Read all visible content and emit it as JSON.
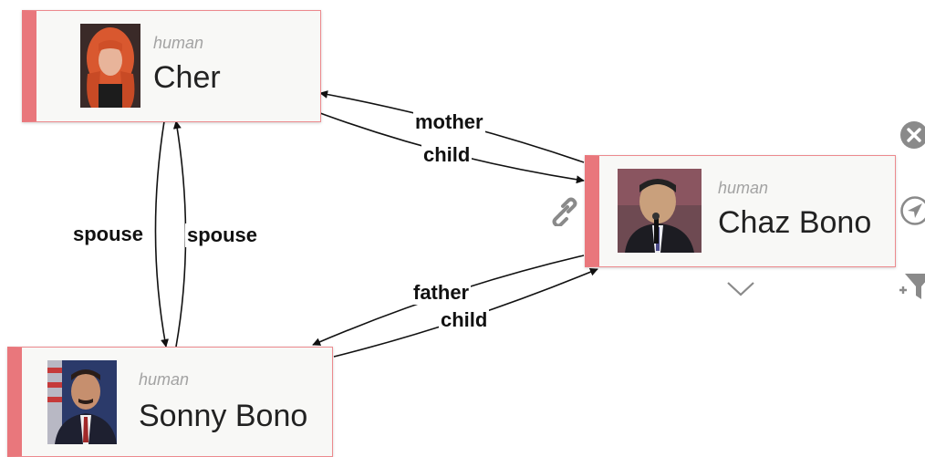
{
  "nodes": {
    "cher": {
      "type": "human",
      "name": "Cher"
    },
    "chaz": {
      "type": "human",
      "name": "Chaz Bono"
    },
    "sonny": {
      "type": "human",
      "name": "Sonny Bono"
    }
  },
  "edges": {
    "mother": "mother",
    "child_top": "child",
    "spouse_left": "spouse",
    "spouse_right": "spouse",
    "father": "father",
    "child_bottom": "child"
  },
  "icons": {
    "close": "close-icon",
    "navigate": "navigate-icon",
    "filter_add": "filter-add-icon",
    "link": "link-icon",
    "expand": "chevron-down-icon"
  },
  "colors": {
    "node_accent": "#e9777c",
    "node_border": "#ec8a8e",
    "node_bg": "#f8f8f6",
    "type_text": "#a3a3a3",
    "tool_icon": "#8a8a8a"
  }
}
